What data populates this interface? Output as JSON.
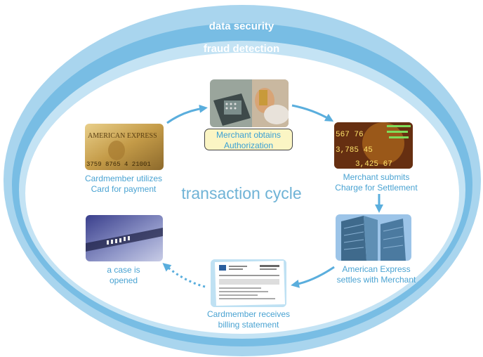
{
  "rings": {
    "outer_label": "data security",
    "inner_label": "fraud detection"
  },
  "center": {
    "title": "transaction cycle"
  },
  "steps": [
    {
      "id": "authorization",
      "label_line1": "Merchant obtains",
      "label_line2": "Authorization",
      "image": "payment-terminal-photo"
    },
    {
      "id": "settlement",
      "label_line1": "Merchant submits",
      "label_line2": "Charge for Settlement",
      "image": "stock-ticker-photo"
    },
    {
      "id": "settles",
      "label_line1": "American Express",
      "label_line2": "settles with Merchant",
      "image": "office-building-photo"
    },
    {
      "id": "statement",
      "label_line1": "Cardmember receives",
      "label_line2": "billing statement",
      "image": "billing-statement-photo"
    },
    {
      "id": "case",
      "label_line1": "a case is",
      "label_line2": "opened",
      "image": "card-magstripe-photo"
    },
    {
      "id": "payment",
      "label_line1": "Cardmember utilizes",
      "label_line2": "Card for payment",
      "image": "gold-card-photo"
    }
  ],
  "card_photo": {
    "brand_text": "AMERICAN EXPRESS",
    "number_text": "3759 8765 4 21001"
  },
  "ticker_photo": {
    "numbers": [
      "567 76",
      "3,785 45",
      "3,425 67"
    ]
  },
  "colors": {
    "outer_ring": "#a9d5ee",
    "middle_ring": "#78bde4",
    "inner_border": "#c4e3f4",
    "arrow": "#5aaedd",
    "label_text": "#4aa3d2",
    "auth_box_fill": "#fbf5c4"
  }
}
